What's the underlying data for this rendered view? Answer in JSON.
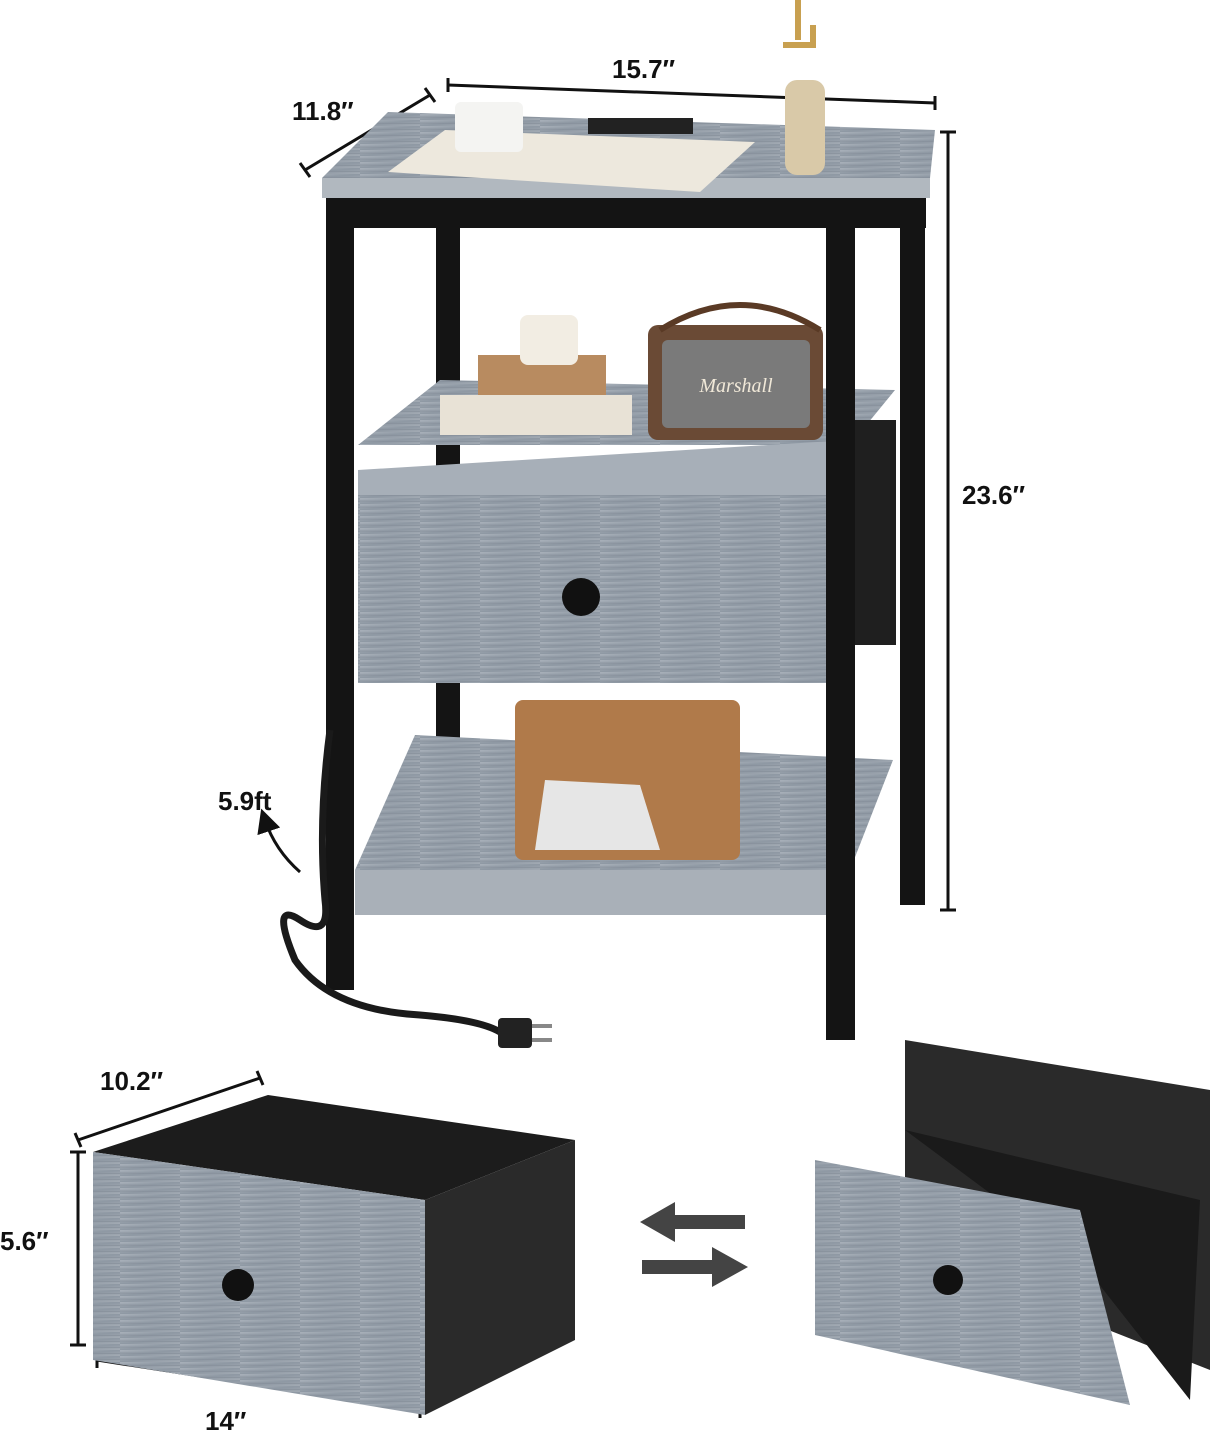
{
  "dimensions": {
    "width": "15.7″",
    "depth": "11.8″",
    "height": "23.6″",
    "cord_length": "5.9ft",
    "drawer_depth": "10.2″",
    "drawer_height": "5.6″",
    "drawer_width": "14″"
  },
  "props": {
    "radio_brand": "Marshall"
  },
  "colors": {
    "frame": "#141414",
    "wood": "#9aa3ad",
    "fabric": "#2a2a2a",
    "background": "#ffffff"
  }
}
